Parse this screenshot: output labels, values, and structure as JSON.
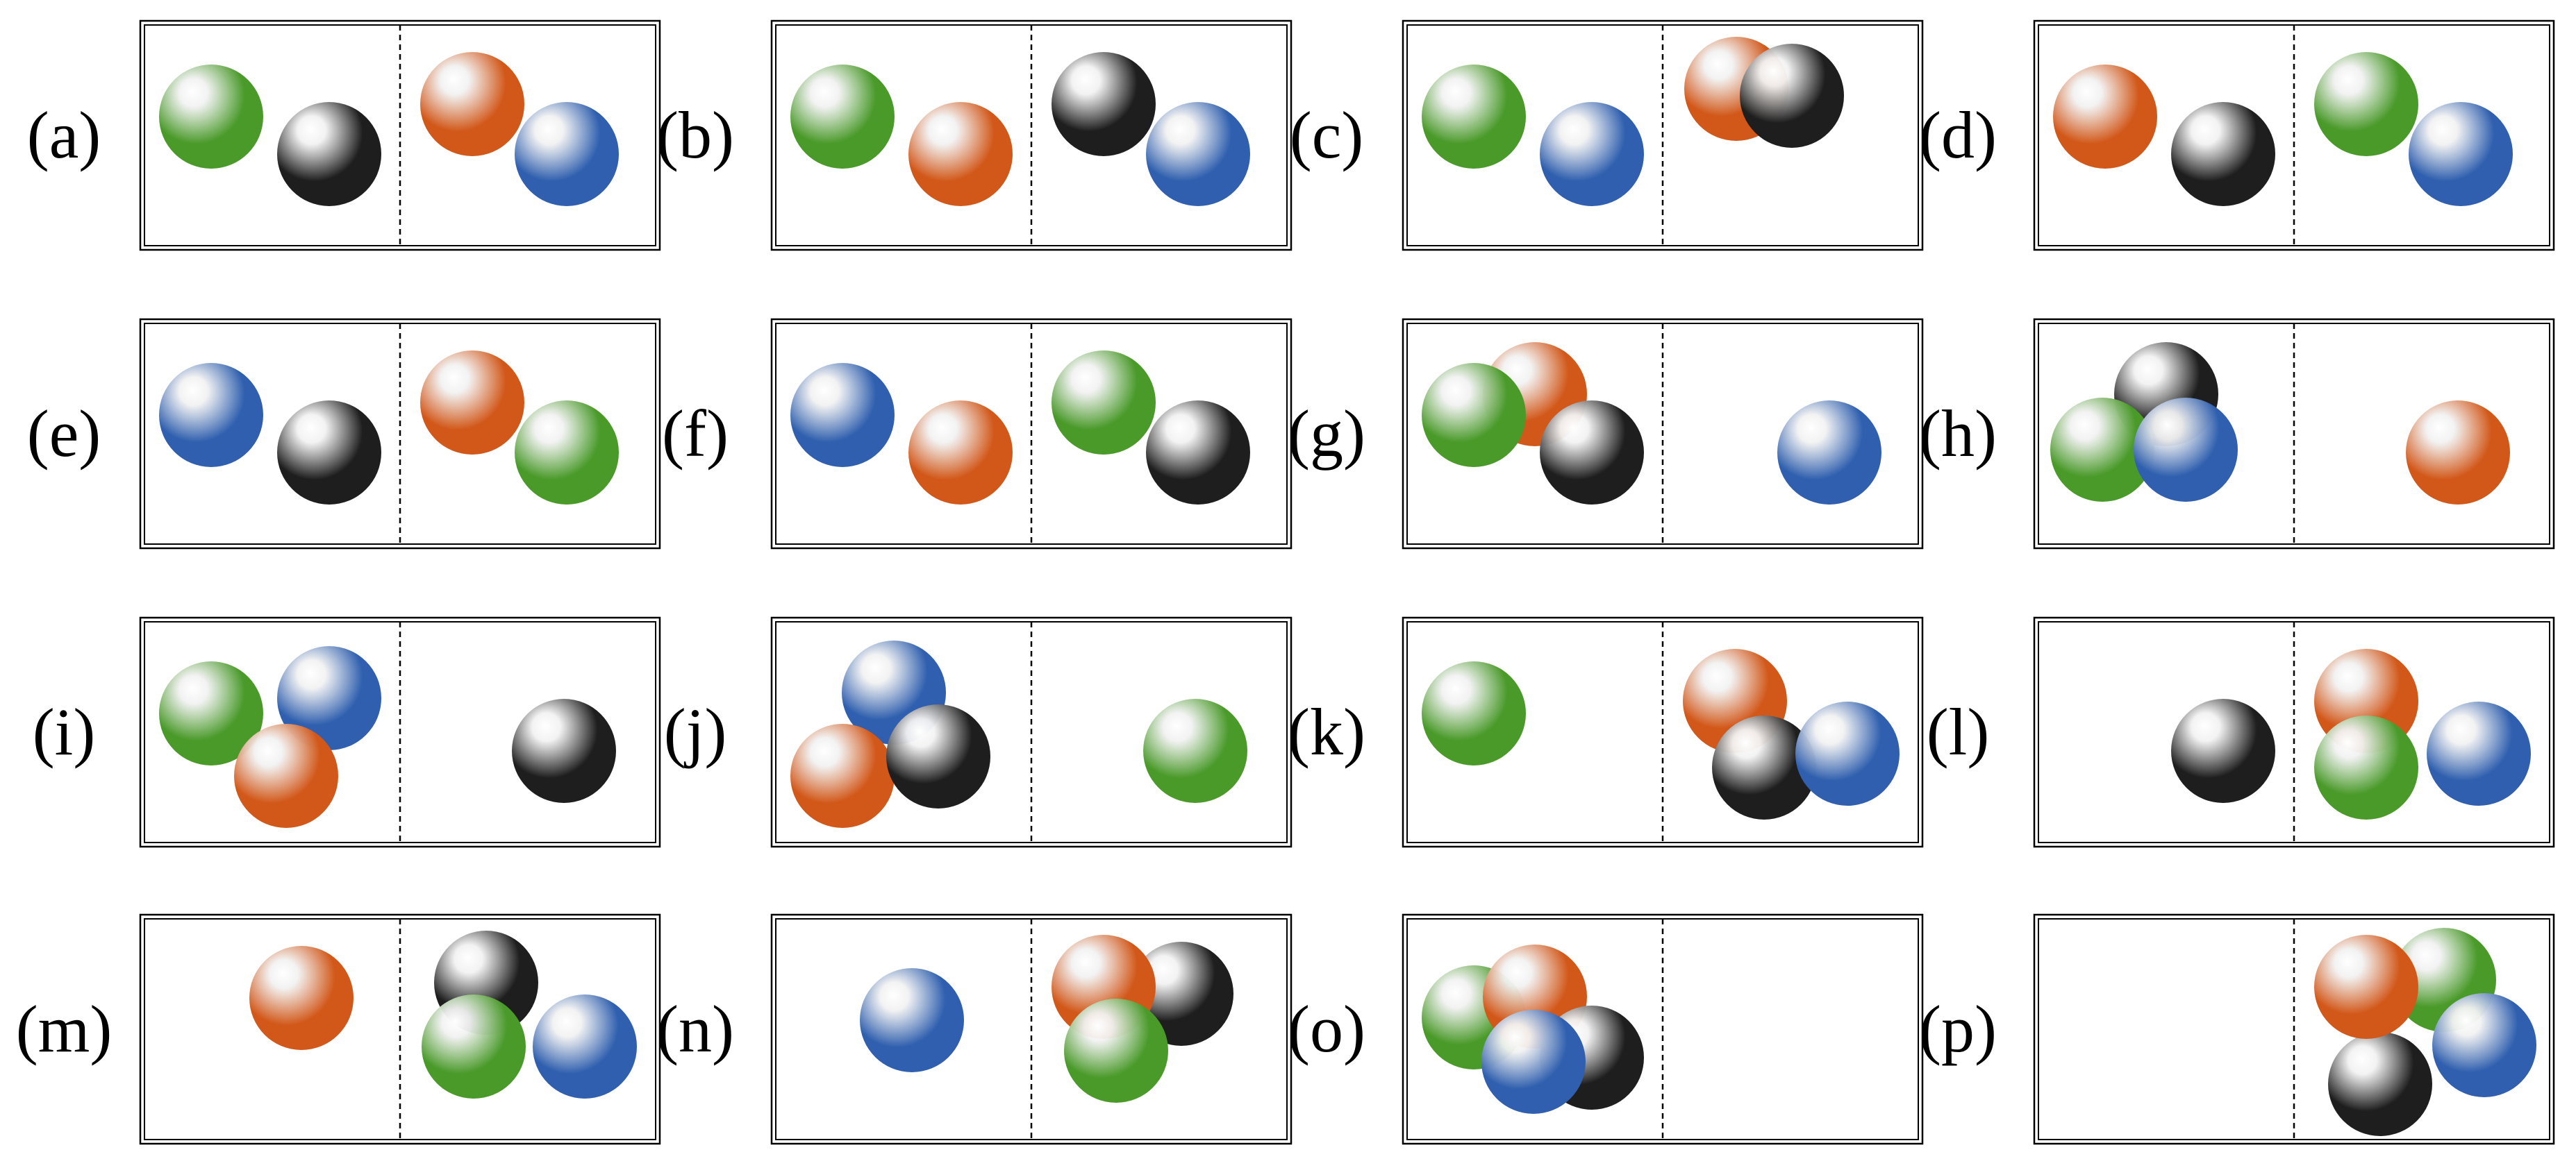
{
  "colors": {
    "green": "#4a9a2a",
    "orange": "#d2581a",
    "black": "#1e1e1e",
    "blue": "#2f5fae"
  },
  "panels": [
    {
      "label": "(a)",
      "left": [
        "green",
        "black"
      ],
      "right": [
        "orange",
        "blue"
      ]
    },
    {
      "label": "(b)",
      "left": [
        "green",
        "orange"
      ],
      "right": [
        "black",
        "blue"
      ]
    },
    {
      "label": "(c)",
      "left": [
        "green",
        "blue"
      ],
      "right": [
        "orange",
        "black"
      ]
    },
    {
      "label": "(d)",
      "left": [
        "orange",
        "black"
      ],
      "right": [
        "green",
        "blue"
      ]
    },
    {
      "label": "(e)",
      "left": [
        "blue",
        "black"
      ],
      "right": [
        "orange",
        "green"
      ]
    },
    {
      "label": "(f)",
      "left": [
        "blue",
        "orange"
      ],
      "right": [
        "green",
        "black"
      ]
    },
    {
      "label": "(g)",
      "left": [
        "green",
        "orange",
        "black"
      ],
      "right": [
        "blue"
      ]
    },
    {
      "label": "(h)",
      "left": [
        "green",
        "blue",
        "black"
      ],
      "right": [
        "orange"
      ]
    },
    {
      "label": "(i)",
      "left": [
        "green",
        "blue",
        "orange"
      ],
      "right": [
        "black"
      ]
    },
    {
      "label": "(j)",
      "left": [
        "blue",
        "orange",
        "black"
      ],
      "right": [
        "green"
      ]
    },
    {
      "label": "(k)",
      "left": [
        "green"
      ],
      "right": [
        "orange",
        "black",
        "blue"
      ]
    },
    {
      "label": "(l)",
      "left": [
        "black"
      ],
      "right": [
        "orange",
        "green",
        "blue"
      ]
    },
    {
      "label": "(m)",
      "left": [
        "orange"
      ],
      "right": [
        "black",
        "green",
        "blue"
      ]
    },
    {
      "label": "(n)",
      "left": [
        "blue"
      ],
      "right": [
        "orange",
        "black",
        "green"
      ]
    },
    {
      "label": "(o)",
      "left": [
        "green",
        "orange",
        "black",
        "blue"
      ],
      "right": []
    },
    {
      "label": "(p)",
      "left": [],
      "right": [
        "orange",
        "green",
        "blue",
        "black"
      ]
    }
  ]
}
